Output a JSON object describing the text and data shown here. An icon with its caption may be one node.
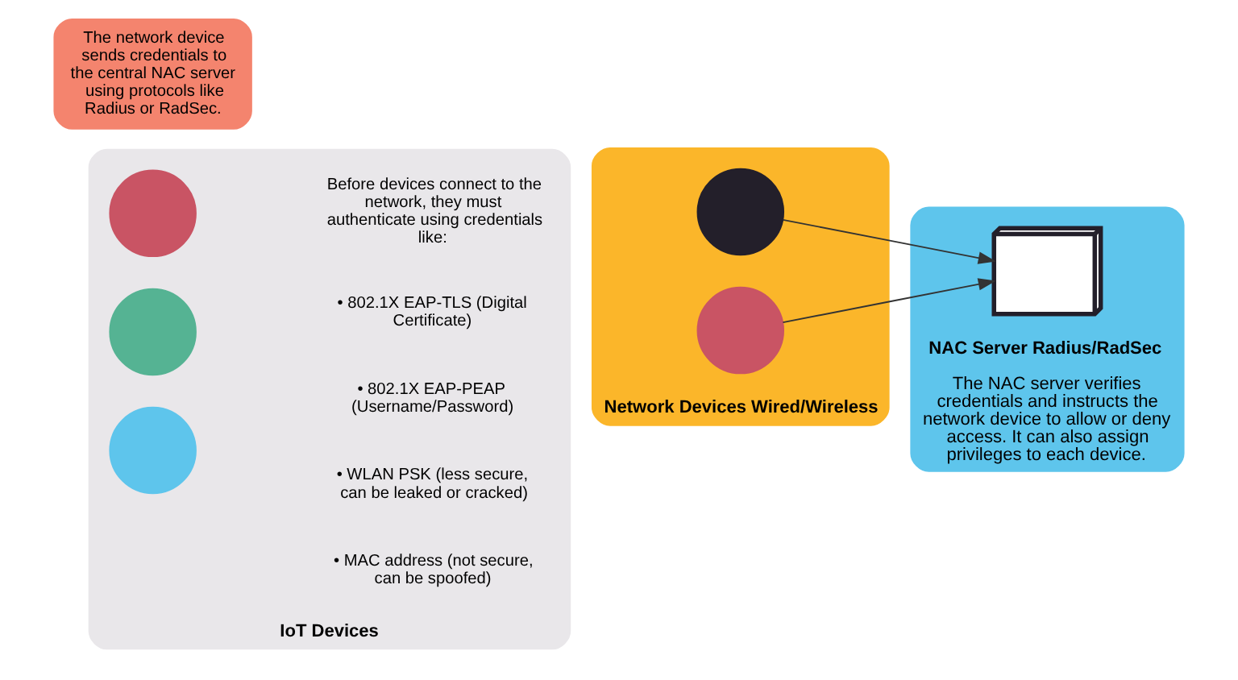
{
  "diagram": {
    "nodes": [
      {
        "text": [
          "IoT Devices"
        ]
      },
      {
        "text": [],
        "shape": "circle",
        "in": 0
      },
      {
        "text": [],
        "shape": "circle",
        "in": 0
      },
      {
        "text": [],
        "shape": "circle",
        "in": 0
      },
      {
        "text": [
          "Network Devices Wired/Wireless"
        ]
      },
      {
        "text": [],
        "shape": "circle",
        "in": 4
      },
      {
        "text": [],
        "shape": "circle",
        "in": 4
      },
      {
        "text": [
          "NAC Server Radius/RadSec",
          "The NAC server verifies credentials and instructs the network device to allow or deny access. It can also assign privileges to each device."
        ]
      },
      {
        "text": [],
        "shape": "computer",
        "in": 7
      },
      {
        "text": [
          "The network device sends credentials to the central NAC server using protocols like Radius or RadSec."
        ]
      }
    ],
    "edges": [
      {
        "from": 5,
        "to": 8,
        "arrow": "to"
      },
      {
        "from": 6,
        "to": 8,
        "arrow": "to"
      }
    ],
    "labels": [
      "Before devices connect to the network, they must authenticate using credentials like:",
      "• 802.1X EAP-TLS (Digital Certificate)",
      "• 802.1X EAP-PEAP (Username/Password)",
      "• WLAN PSK (less secure, can be leaked or cracked)",
      "• MAC address (not secure, can be spoofed)"
    ]
  }
}
